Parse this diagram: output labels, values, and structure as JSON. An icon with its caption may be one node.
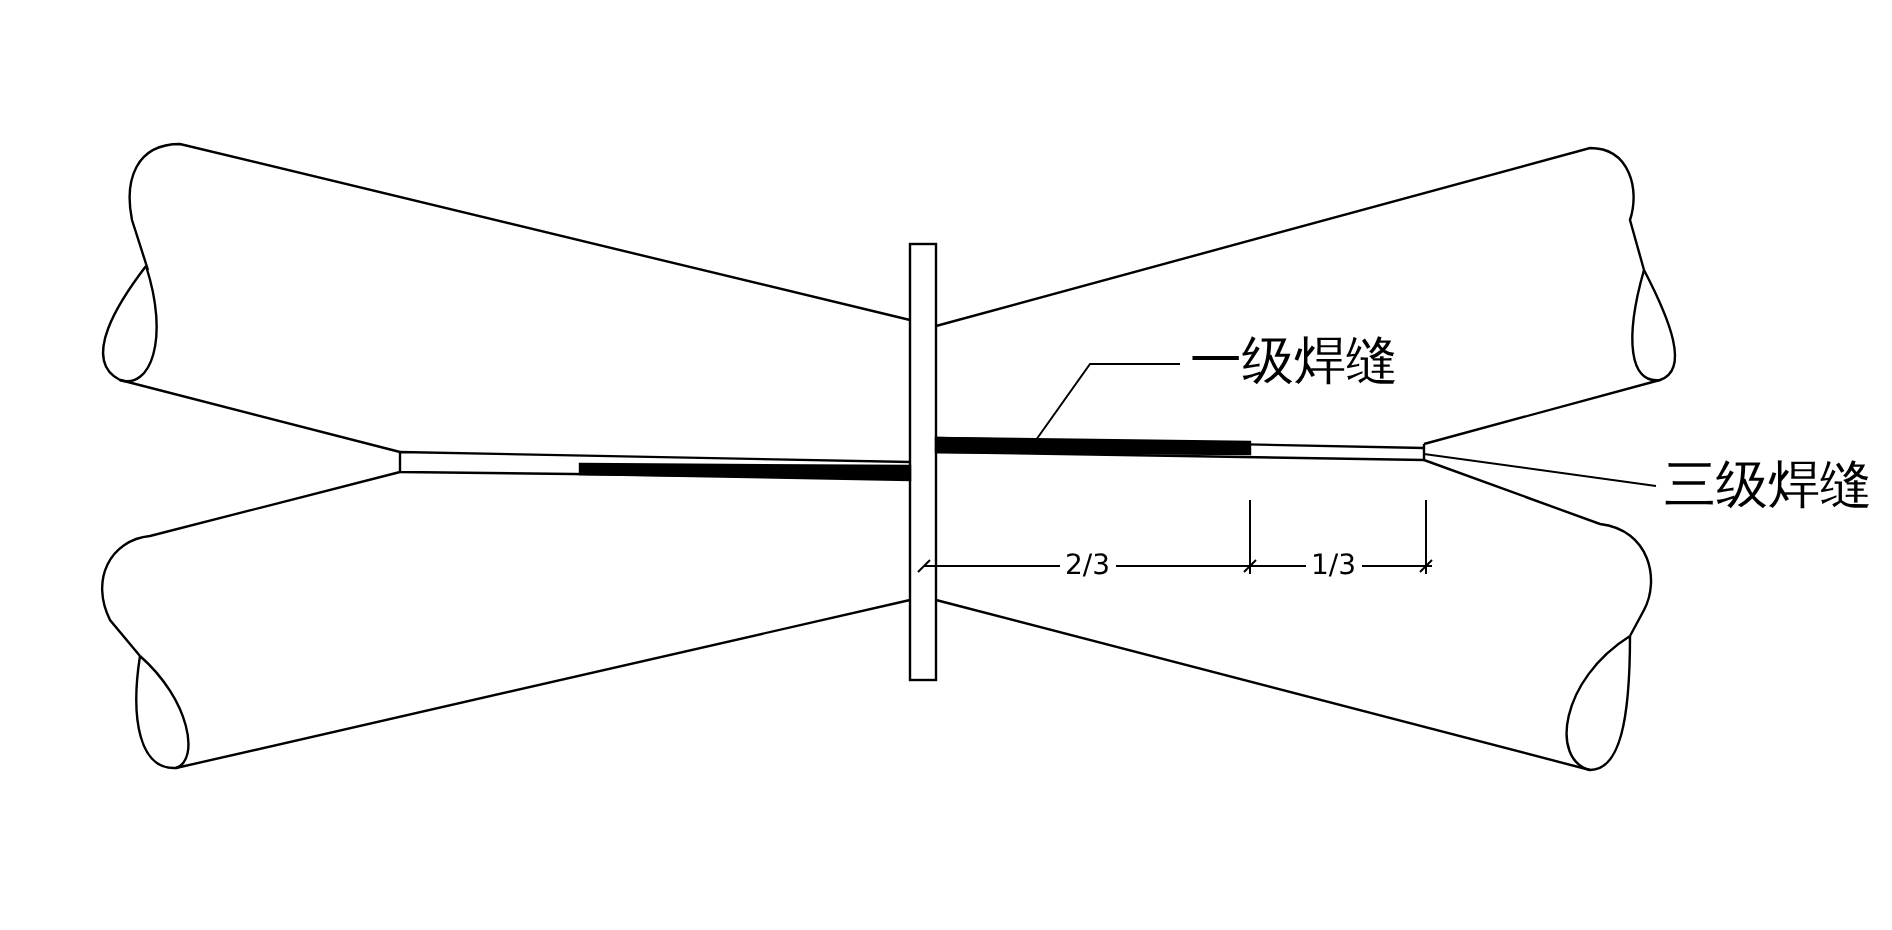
{
  "diagram": {
    "nodes": [
      {
        "text": [
          "一级焊缝"
        ]
      },
      {
        "text": [
          "三级焊缝"
        ]
      }
    ],
    "edges": [
      {
        "from": 0,
        "to": null,
        "arrow": "none"
      },
      {
        "from": 1,
        "to": null,
        "arrow": "none"
      }
    ],
    "labels": [
      "2/3",
      "1/3"
    ]
  }
}
